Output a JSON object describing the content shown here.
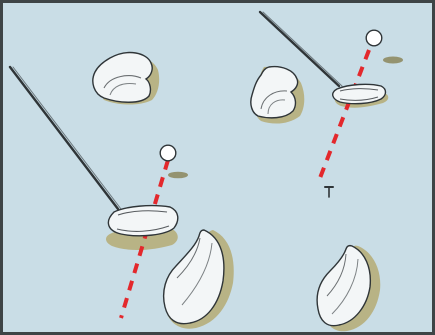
{
  "canvas": {
    "background": "#c9dde6",
    "background_light": "#d6e7ee",
    "frame": "#3e4446"
  },
  "palette": {
    "ink": "#2f3538",
    "paper": "#ffffff",
    "club_face_tint": "#f3f6f7",
    "shadow": "#b7b07f",
    "shadow_dark": "#8e8b63",
    "tee_line": "#e3282c",
    "ball": "#ffffff"
  },
  "scene": {
    "panels": [
      {
        "name": "left-panel",
        "elements": [
          "club",
          "ball",
          "tee-line",
          "club-head-profile",
          "top-view-shadow"
        ]
      },
      {
        "name": "right-panel",
        "elements": [
          "club",
          "ball",
          "tee-line",
          "club-head-profile",
          "tee-peg"
        ]
      }
    ]
  }
}
